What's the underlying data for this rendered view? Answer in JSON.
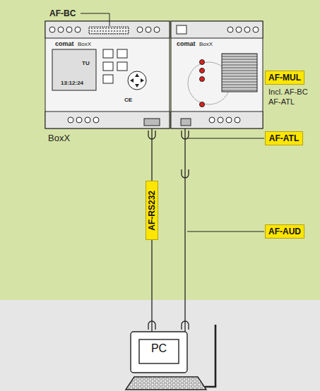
{
  "diagram": {
    "nodes": [
      {
        "text": [
          "BoxX"
        ]
      },
      {
        "text": [
          "AF-MUL",
          "Incl. AF-BC AF-ATL"
        ]
      },
      {
        "text": [
          "AF-ATL"
        ]
      },
      {
        "text": [
          "AF-RS232"
        ]
      },
      {
        "text": [
          "AF-AUD"
        ]
      },
      {
        "text": [
          "PC"
        ]
      }
    ],
    "edges": [
      {
        "from": 0,
        "to": 3,
        "arrow": "none"
      },
      {
        "from": 3,
        "to": 5,
        "arrow": "none"
      },
      {
        "from": 0,
        "to": 5,
        "arrow": "none"
      }
    ],
    "labels": [
      "AF-BC",
      "comat",
      "BoxX",
      "comat",
      "BoxX",
      "TU",
      "13:12:24",
      "CE"
    ]
  }
}
